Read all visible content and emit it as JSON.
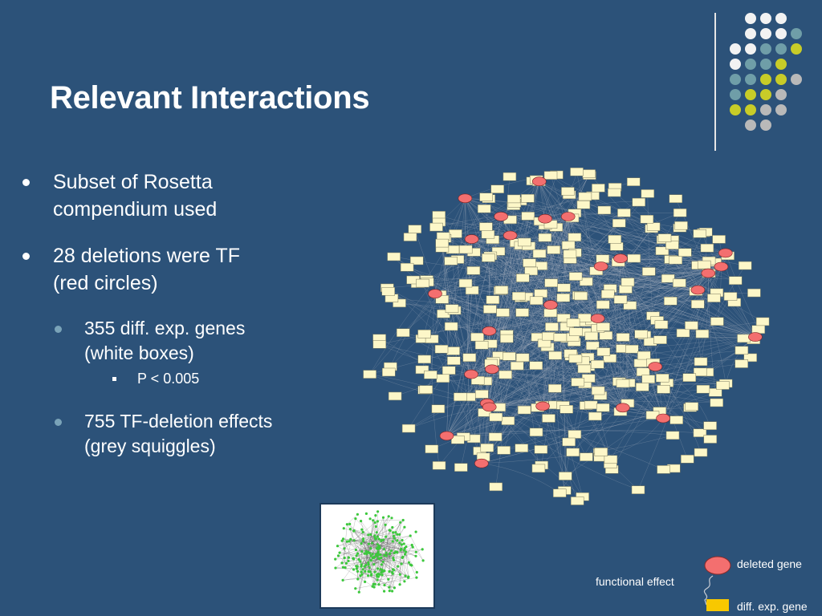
{
  "slide": {
    "title": "Relevant Interactions",
    "bullets": [
      {
        "lines": [
          "Subset of Rosetta",
          "compendium used"
        ]
      },
      {
        "lines": [
          "28 deletions were TF",
          "(red circles)"
        ]
      }
    ],
    "sub_bullets": [
      {
        "lines": [
          "355 diff. exp.  genes",
          "(white boxes)"
        ]
      },
      {
        "lines": [
          "755 TF-deletion effects",
          "(grey squiggles)"
        ]
      }
    ],
    "sub_sub_bullet": "P < 0.005"
  },
  "legend": {
    "deleted_gene": "deleted gene",
    "functional_effect": "functional effect",
    "diff_exp_gene": "diff. exp. gene"
  },
  "colors": {
    "background": "#2c5279",
    "deleted_gene": "#f36f6f",
    "diff_exp_gene": "#fdf7c8",
    "legend_box": "#f8c800",
    "effect_edge": "#a8b0bc",
    "thumb_nodes": "#3cc83c"
  },
  "decor": {
    "dot_grid_rows": [
      [
        "white",
        "white",
        "white"
      ],
      [
        "white",
        "white",
        "white",
        "teal"
      ],
      [
        "white",
        "white",
        "teal",
        "teal",
        "olive"
      ],
      [
        "white",
        "teal",
        "teal",
        "olive"
      ],
      [
        "teal",
        "teal",
        "olive",
        "olive",
        "grey"
      ],
      [
        "teal",
        "olive",
        "olive",
        "grey"
      ],
      [
        "olive",
        "olive",
        "grey",
        "grey"
      ],
      [
        "grey",
        "grey"
      ]
    ],
    "dot_colors": {
      "white": "#f2f2f2",
      "teal": "#6f9ea8",
      "olive": "#c8cc28",
      "grey": "#b9b9b9"
    }
  },
  "network": {
    "red_circles": 28,
    "white_boxes": 355,
    "grey_squiggles": 755
  }
}
